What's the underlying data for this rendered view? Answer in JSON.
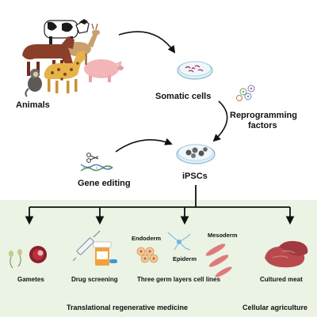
{
  "labels": {
    "animals": "Animals",
    "somatic_cells": "Somatic cells",
    "reprogramming_line1": "Reprogramming",
    "reprogramming_line2": "factors",
    "gene_editing": "Gene editing",
    "ipscs": "iPSCs",
    "gametes": "Gametes",
    "drug_screening": "Drug screening",
    "endoderm": "Endoderm",
    "epiderm": "Epiderm",
    "mesoderm": "Mesoderm",
    "three_germ": "Three germ layers cell lines",
    "cultured_meat": "Cultured meat",
    "translational": "Translational regenerative medicine",
    "cellular_agriculture": "Cellular agriculture"
  },
  "colors": {
    "bottom_panel": "#eaf3e4",
    "arrow": "#111111",
    "dish_fill": "#dff0f7",
    "meat": "#b84a4e"
  },
  "icons": [
    "cow-icon",
    "deer-icon",
    "horse-icon",
    "pig-icon",
    "giraffe-icon",
    "monkey-icon",
    "petri-dish-icon",
    "dna-icon",
    "scissors-icon",
    "sperm-icon",
    "oocyte-icon",
    "syringe-icon",
    "pill-bottle-icon",
    "neuron-icon",
    "muscle-cell-icon",
    "meat-icon"
  ]
}
